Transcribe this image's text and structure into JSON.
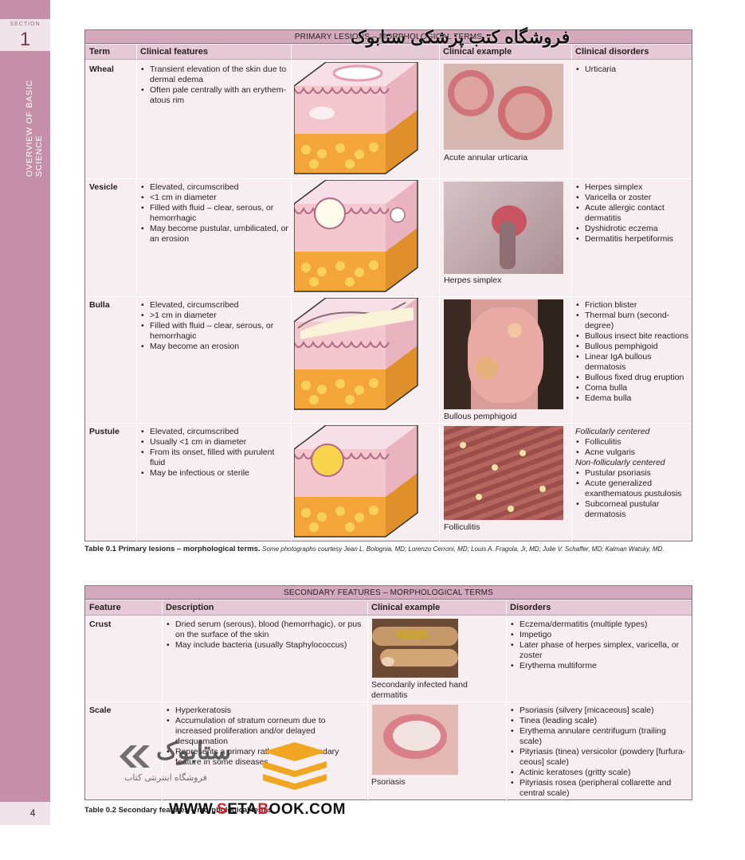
{
  "sidebar": {
    "section_label": "SECTION",
    "section_number": "1",
    "section_title": "OVERVIEW OF BASIC SCIENCE",
    "page_number": "4",
    "color": "#c48fa7"
  },
  "table1": {
    "title": "PRIMARY LESIONS – MORPHOLOGICAL TERMS",
    "headers": [
      "Term",
      "Clinical features",
      "",
      "Clinical example",
      "Clinical disorders"
    ],
    "rows": [
      {
        "term": "Wheal",
        "features": [
          "Transient elevation of the skin due to dermal edema",
          "Often pale centrally with an erythem- atous rim"
        ],
        "example_caption": "Acute annular urticaria",
        "disorders": [
          {
            "text": "Urticaria",
            "bullet": true
          }
        ]
      },
      {
        "term": "Vesicle",
        "features": [
          "Elevated, circumscribed",
          "<1 cm in diameter",
          "Filled with fluid – clear, serous, or hemorrhagic",
          "May become pustular, umbilicated, or an erosion"
        ],
        "example_caption": "Herpes simplex",
        "disorders": [
          {
            "text": "Herpes simplex",
            "bullet": true
          },
          {
            "text": "Varicella or zoster",
            "bullet": true
          },
          {
            "text": "Acute allergic contact dermatitis",
            "bullet": true
          },
          {
            "text": "Dyshidrotic eczema",
            "bullet": true
          },
          {
            "text": "Dermatitis herpetiformis",
            "bullet": true
          }
        ]
      },
      {
        "term": "Bulla",
        "features": [
          "Elevated, circumscribed",
          ">1 cm in diameter",
          "Filled with fluid – clear, serous, or hemorrhagic",
          "May become an erosion"
        ],
        "example_caption": "Bullous pemphigoid",
        "disorders": [
          {
            "text": "Friction blister",
            "bullet": true
          },
          {
            "text": "Thermal burn (second-degree)",
            "bullet": true
          },
          {
            "text": "Bullous insect bite reactions",
            "bullet": true
          },
          {
            "text": "Bullous pemphigoid",
            "bullet": true
          },
          {
            "text": "Linear IgA bullous dermatosis",
            "bullet": true
          },
          {
            "text": "Bullous fixed drug eruption",
            "bullet": true
          },
          {
            "text": "Coma bulla",
            "bullet": true
          },
          {
            "text": "Edema bulla",
            "bullet": true
          }
        ]
      },
      {
        "term": "Pustule",
        "features": [
          "Elevated, circumscribed",
          "Usually <1 cm in diameter",
          "From its onset, filled with purulent fluid",
          "May be infectious or sterile"
        ],
        "example_caption": "Folliculitis",
        "disorders": [
          {
            "text": "Follicularly centered",
            "bullet": false
          },
          {
            "text": "Folliculitis",
            "bullet": true
          },
          {
            "text": "Acne vulgaris",
            "bullet": true
          },
          {
            "text": "Non-follicularly centered",
            "bullet": false
          },
          {
            "text": "Pustular psoriasis",
            "bullet": true
          },
          {
            "text": "Acute generalized exanthematous pustulosis",
            "bullet": true
          },
          {
            "text": "Subcorneal pustular dermatosis",
            "bullet": true
          }
        ]
      }
    ],
    "caption_label": "Table 0.1",
    "caption_title": "Primary lesions – morphological terms.",
    "caption_credit": "Some photographs courtesy Jean L. Bolognia, MD; Lorenzo Cerroni, MD; Louis A. Fragola, Jr, MD; Julie V. Schaffer, MD; Kalman Watsky, MD."
  },
  "table2": {
    "title": "SECONDARY FEATURES – MORPHOLOGICAL TERMS",
    "headers": [
      "Feature",
      "Description",
      "Clinical example",
      "Disorders"
    ],
    "rows": [
      {
        "term": "Crust",
        "description": [
          "Dried serum (serous), blood (hemorrhagic), or pus on the surface of the skin",
          "May include bacteria (usually Staphylococcus)"
        ],
        "example_caption": "Secondarily infected hand dermatitis",
        "disorders": [
          "Eczema/dermatitis (multiple types)",
          "Impetigo",
          "Later phase of herpes simplex, varicella, or zoster",
          "Erythema multiforme"
        ]
      },
      {
        "term": "Scale",
        "description": [
          "Hyperkeratosis",
          "Accumulation of stratum corneum due to increased proliferation and/or delayed desquamation",
          "Represents a primary rather than secondary feature in some diseases"
        ],
        "example_caption": "Psoriasis",
        "disorders": [
          "Psoriasis (silvery [micaceous] scale)",
          "Tinea (leading scale)",
          "Erythema annulare centrifugum (trailing scale)",
          "Pityriasis (tinea) versicolor (powdery [furfura- ceous] scale)",
          "Actinic keratoses (gritty scale)",
          "Pityriasis rosea (peripheral collarette and central scale)"
        ]
      }
    ],
    "caption_label": "Table 0.2",
    "caption_title": "Secondary features – morphological terms."
  },
  "watermark": {
    "top_text": "فروشگاه کتب پزشکی ستابوک",
    "brand_text": "ستابوک",
    "brand_sub": "فروشگاه اینترنتی کتاب",
    "url_a": "WWW.",
    "url_s": "S",
    "url_mid": "ETA",
    "url_b": "B",
    "url_end": "OOK.COM"
  }
}
